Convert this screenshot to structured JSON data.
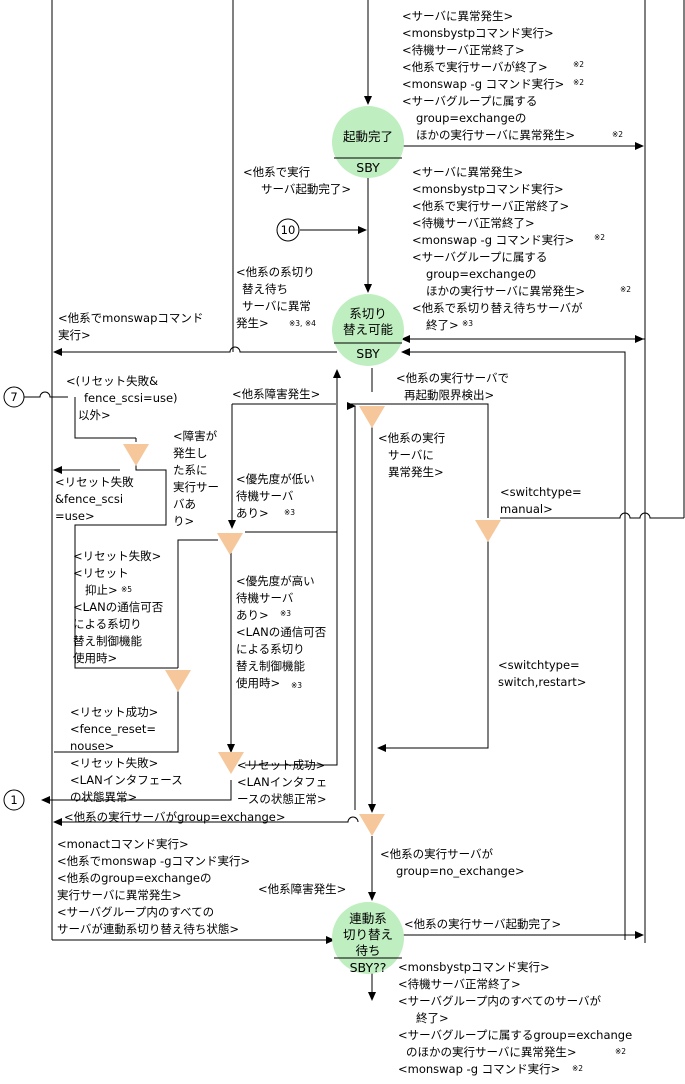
{
  "colors": {
    "state_fill": "#bfeec0",
    "branch_fill": "#f5c79a",
    "line": "#000000"
  },
  "states": {
    "started": {
      "name": "起動完了",
      "sub": "SBY"
    },
    "switchable": {
      "name_line1": "系切り",
      "name_line2": "替え可能",
      "sub": "SBY"
    },
    "linked_wait": {
      "name_line1": "連動系",
      "name_line2": "切り替え",
      "name_line3": "待ち",
      "sub": "SBY??"
    }
  },
  "connectors": {
    "c10": "10",
    "c7": "7",
    "c1": "1"
  },
  "labels": {
    "top_right": [
      "<サーバに異常発生>",
      "<monsbystpコマンド実行>",
      "<待機サーバ正常終了>",
      "<他系で実行サーバが終了>",
      "<monswap -g コマンド実行>",
      "<サーバグループに属する",
      "group=exchangeの",
      "ほかの実行サーバに異常発生>"
    ],
    "other_started": [
      "<他系で実行",
      "サーバ起動完了>"
    ],
    "mid_right": [
      "<サーバに異常発生>",
      "<monsbystpコマンド実行>",
      "<他系で実行サーバ正常終了>",
      "<待機サーバ正常終了>",
      "<monswap -g コマンド実行>",
      "<サーバグループに属する",
      "group=exchangeの",
      "ほかの実行サーバに異常発生>",
      "<他系で系切り替え待ちサーバが",
      "終了>"
    ],
    "other_wait": [
      "<他系の系切り",
      "替え待ち",
      "サーバに異常",
      "発生>"
    ],
    "other_monswap": [
      "<他系でmonswapコマンド",
      "実行>"
    ],
    "reset_fail_cond": [
      "<(リセット失敗&",
      "fence_scsi=use)",
      "以外>"
    ],
    "other_fault": "<他系障害発生>",
    "restart_limit": [
      "<他系の実行サーバで",
      "再起動限界検出>"
    ],
    "fault_server": [
      "<障害が",
      "発生し",
      "た系に",
      "実行サー",
      "バあ",
      "り>"
    ],
    "other_exec_error": [
      "<他系の実行",
      "サーバに",
      "異常発生>"
    ],
    "reset_fail_scsi": [
      "<リセット失敗",
      "&fence_scsi",
      "=use>"
    ],
    "low_priority": [
      "<優先度が低い",
      "待機サーバ",
      "あり>"
    ],
    "switchtype_manual": [
      "<switchtype=",
      "manual>"
    ],
    "reset_fail_block": [
      "<リセット失敗>",
      "<リセット",
      "抑止>",
      "<LANの通信可否",
      "による系切り",
      "替え制御機能",
      "使用時>"
    ],
    "high_priority": [
      "<優先度が高い",
      "待機サーバ",
      "あり>",
      "<LANの通信可否",
      "による系切り",
      "替え制御機能",
      "使用時>"
    ],
    "switchtype_switch": [
      "<switchtype=",
      "switch,restart>"
    ],
    "reset_success_nouse": [
      "<リセット成功>",
      "<fence_reset=",
      "nouse>",
      "<リセット失敗>",
      "<LANインタフェース",
      "の状態異常>"
    ],
    "reset_success_lan": [
      "<リセット成功>",
      "<LANインタフェ",
      "ースの状態正常>"
    ],
    "group_exchange": "<他系の実行サーバがgroup=exchange>",
    "bottom_left": [
      "<monactコマンド実行>",
      "<他系でmonswap -gコマンド実行>",
      "<他系のgroup=exchangeの",
      "実行サーバに異常発生>",
      "<サーバグループ内のすべての",
      "サーバが連動系切り替え待ち状態>"
    ],
    "no_exchange": [
      "<他系の実行サーバが",
      "group=no_exchange>"
    ],
    "other_fault2": "<他系障害発生>",
    "other_exec_started": "<他系の実行サーバ起動完了>",
    "bottom_right": [
      "<monsbystpコマンド実行>",
      "<待機サーバ正常終了>",
      "<サーバグループ内のすべてのサーバが",
      "終了>",
      "<サーバグループに属するgroup=exchange",
      "のほかの実行サーバに異常発生>",
      "<monswap -g コマンド実行>"
    ],
    "notes": {
      "n2": "※2",
      "n3": "※3",
      "n34": "※3, ※4",
      "n5": "※5"
    }
  }
}
